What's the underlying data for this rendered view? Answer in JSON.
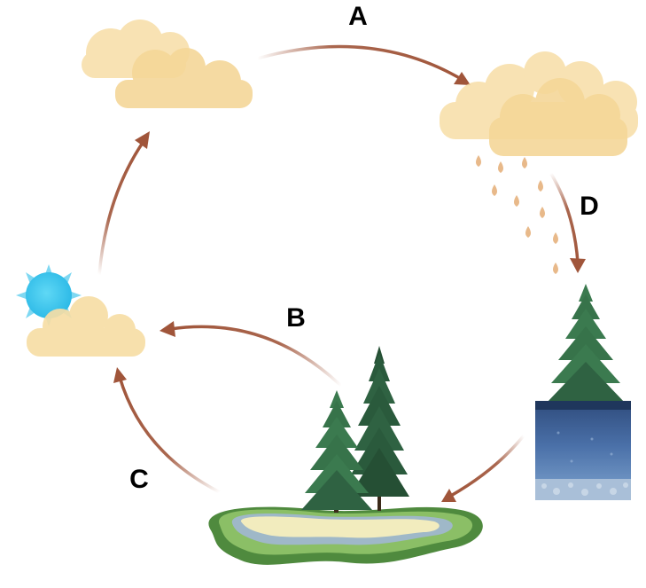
{
  "labels": {
    "a": "A",
    "b": "B",
    "c": "C",
    "d": "D"
  },
  "colors": {
    "arrow": "#a0553a",
    "cloud": "#f7dea6",
    "sun": "#3fc7ee",
    "droplet": "#e8b98a",
    "tree": "#2f6b45",
    "soil": "#3a5e93",
    "land": "#7fb15a",
    "water": "#f2ecbe"
  },
  "icons": [
    "cloud-icon",
    "rain-cloud-icon",
    "sun-icon",
    "pine-tree-icon",
    "soil-profile-icon",
    "lake-icon",
    "raindrop-icon"
  ]
}
